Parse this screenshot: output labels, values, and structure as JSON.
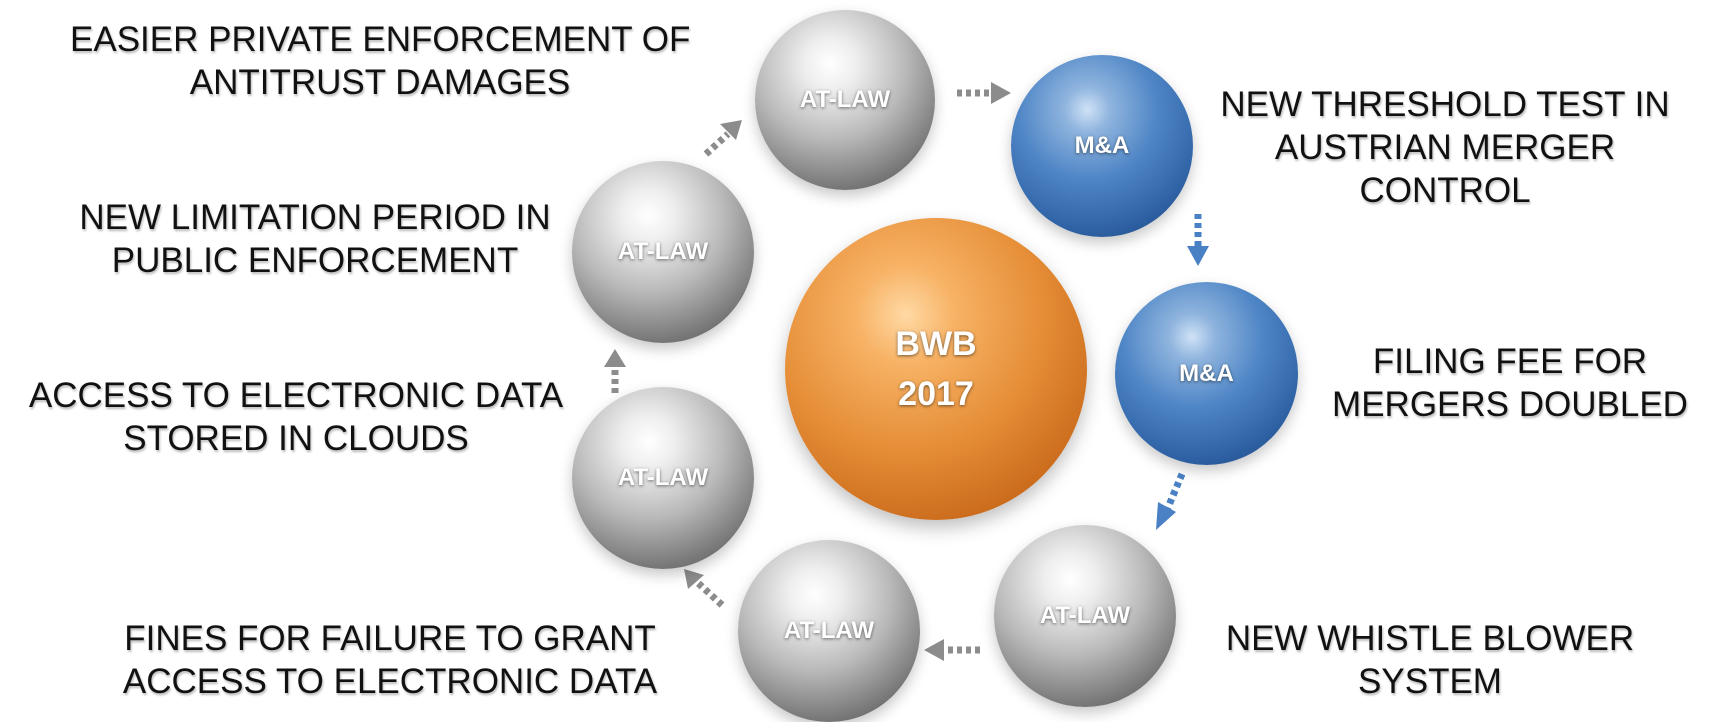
{
  "center": {
    "line1": "BWB",
    "line2": "2017"
  },
  "nodes": [
    {
      "kind": "AT-LAW"
    },
    {
      "kind": "M&A"
    },
    {
      "kind": "M&A"
    },
    {
      "kind": "AT-LAW"
    },
    {
      "kind": "AT-LAW"
    },
    {
      "kind": "AT-LAW"
    },
    {
      "kind": "AT-LAW"
    }
  ],
  "labels": [
    [
      "EASIER PRIVATE ENFORCEMENT OF",
      "ANTITRUST DAMAGES"
    ],
    [
      "NEW THRESHOLD TEST IN",
      "AUSTRIAN MERGER",
      "CONTROL"
    ],
    [
      "FILING FEE FOR",
      "MERGERS DOUBLED"
    ],
    [
      "NEW WHISTLE BLOWER",
      "SYSTEM"
    ],
    [
      "FINES FOR FAILURE TO GRANT",
      "ACCESS TO ELECTRONIC DATA"
    ],
    [
      "ACCESS TO ELECTRONIC DATA",
      "STORED IN CLOUDS"
    ],
    [
      "NEW LIMITATION PERIOD IN",
      "PUBLIC ENFORCEMENT"
    ]
  ],
  "colors": {
    "at_law": "#9a9a9a",
    "m_and_a": "#3b6fb0",
    "center": "#e58d36",
    "arrow_gray": "#8c8c8c",
    "arrow_blue": "#4a80c4"
  }
}
